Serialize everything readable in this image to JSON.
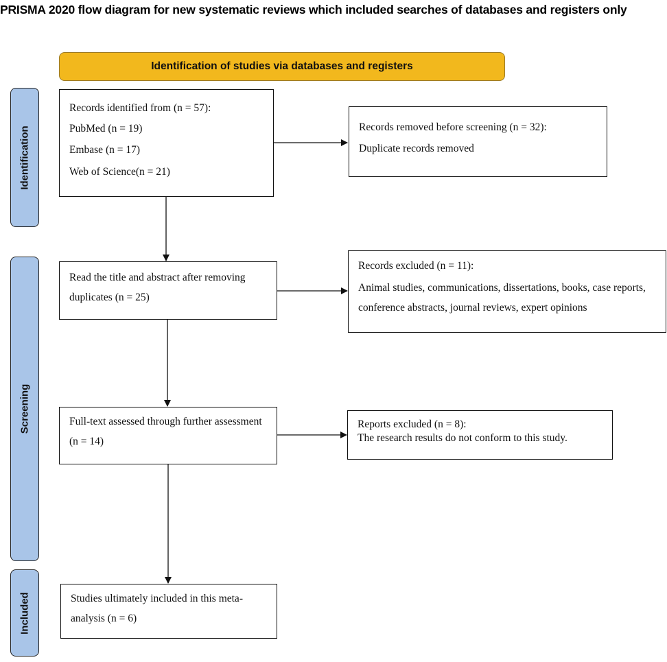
{
  "title": "PRISMA 2020 flow diagram for new systematic reviews which included searches of databases and registers only",
  "banner": "Identification of studies via databases and registers",
  "phases": {
    "identification": "Identification",
    "screening": "Screening",
    "included": "Included"
  },
  "boxes": {
    "records_identified": {
      "heading": "Records identified from (n = 57):",
      "sources": [
        "PubMed (n = 19)",
        "Embase (n = 17)",
        "Web of Science(n = 21)"
      ]
    },
    "records_removed": {
      "heading": "Records removed before screening (n = 32):",
      "detail": "Duplicate records removed"
    },
    "title_abstract": {
      "text": "Read the title and abstract after removing duplicates (n = 25)"
    },
    "records_excluded": {
      "heading": "Records excluded (n = 11):",
      "detail": "Animal studies, communications, dissertations, books, case reports, conference abstracts, journal reviews, expert opinions"
    },
    "full_text": {
      "text": "Full-text assessed through further assessment (n = 14)"
    },
    "reports_excluded": {
      "heading": "Reports excluded (n = 8):",
      "detail": "The research results do not conform to this study."
    },
    "included": {
      "text": "Studies ultimately included in this meta-analysis (n = 6)"
    }
  }
}
